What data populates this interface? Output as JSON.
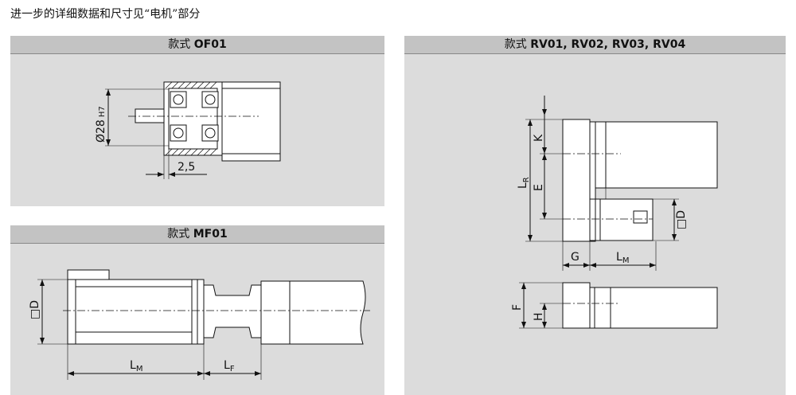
{
  "intro": "进一步的详细数据和尺寸见“电机”部分",
  "panels": {
    "of01": {
      "prefix": "款式",
      "code": "OF01",
      "dims": {
        "diameter": "Ø28",
        "fit": "H7",
        "offset": "2,5"
      }
    },
    "mf01": {
      "prefix": "款式",
      "code": "MF01",
      "dims": {
        "square": "□D",
        "lm_base": "L",
        "lm_sub": "M",
        "lf_base": "L",
        "lf_sub": "F"
      }
    },
    "rv": {
      "prefix": "款式",
      "code": "RV01, RV02, RV03, RV04",
      "dims": {
        "k": "K",
        "e": "E",
        "lr_base": "L",
        "lr_sub": "R",
        "square": "□D",
        "g": "G",
        "lm_base": "L",
        "lm_sub": "M",
        "f": "F",
        "h": "H"
      }
    }
  },
  "colors": {
    "panel": "#dcdcdc",
    "title_bar": "#c3c3c3",
    "part_fill": "#ffffff",
    "line": "#111111"
  }
}
